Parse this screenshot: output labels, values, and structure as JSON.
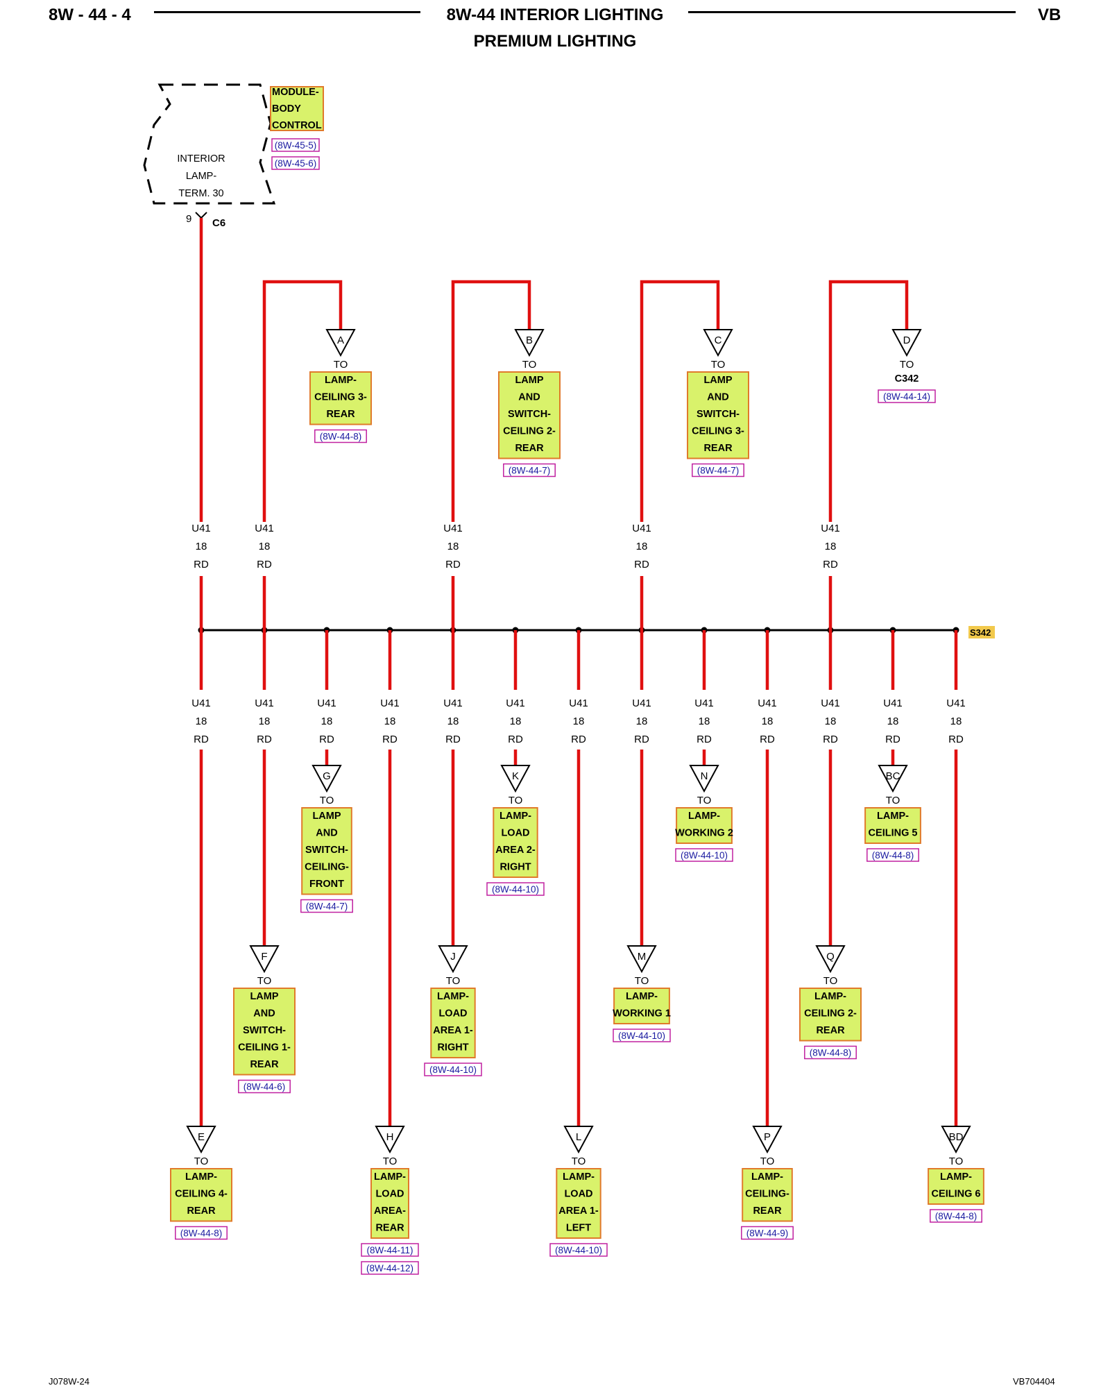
{
  "header": {
    "page_id": "8W - 44 - 4",
    "title": "8W-44 INTERIOR LIGHTING",
    "subtitle": "PREMIUM LIGHTING",
    "model": "VB"
  },
  "footer": {
    "left_code": "J078W-24",
    "right_code": "VB704404"
  },
  "colors": {
    "wire": "#e01010",
    "bus": "#000000",
    "box_fill": "#d9f26b",
    "box_border": "#e07a2a",
    "ref_border": "#c020a0",
    "ref_text": "#1a1aa0"
  },
  "module": {
    "name_lines": [
      "MODULE-",
      "BODY",
      "CONTROL"
    ],
    "refs": [
      "(8W-45-5)",
      "(8W-45-6)"
    ],
    "terminal_lines": [
      "INTERIOR",
      "LAMP-",
      "TERM. 30"
    ],
    "pin": "9",
    "connector": "C6"
  },
  "splice": {
    "name": "S342"
  },
  "wire_label": {
    "circuit": "U41",
    "gauge": "18",
    "color": "RD"
  },
  "to_text": "TO",
  "top_connections": [
    {
      "letter": "A",
      "lines": [
        "LAMP-",
        "CEILING 3-",
        "REAR"
      ],
      "refs": [
        "(8W-44-8)"
      ]
    },
    {
      "letter": "B",
      "lines": [
        "LAMP",
        "AND",
        "SWITCH-",
        "CEILING 2-",
        "REAR"
      ],
      "refs": [
        "(8W-44-7)"
      ]
    },
    {
      "letter": "C",
      "lines": [
        "LAMP",
        "AND",
        "SWITCH-",
        "CEILING 3-",
        "REAR"
      ],
      "refs": [
        "(8W-44-7)"
      ]
    },
    {
      "letter": "D",
      "lines": [
        "C342"
      ],
      "refs": [
        "(8W-44-14)"
      ],
      "plain": true
    }
  ],
  "bottom_connections": [
    {
      "letter": "E",
      "lines": [
        "LAMP-",
        "CEILING 4-",
        "REAR"
      ],
      "refs": [
        "(8W-44-8)"
      ]
    },
    {
      "letter": "F",
      "lines": [
        "LAMP",
        "AND",
        "SWITCH-",
        "CEILING 1-",
        "REAR"
      ],
      "refs": [
        "(8W-44-6)"
      ]
    },
    {
      "letter": "G",
      "lines": [
        "LAMP",
        "AND",
        "SWITCH-",
        "CEILING-",
        "FRONT"
      ],
      "refs": [
        "(8W-44-7)"
      ]
    },
    {
      "letter": "H",
      "lines": [
        "LAMP-",
        "LOAD",
        "AREA-",
        "REAR"
      ],
      "refs": [
        "(8W-44-11)",
        "(8W-44-12)"
      ]
    },
    {
      "letter": "J",
      "lines": [
        "LAMP-",
        "LOAD",
        "AREA 1-",
        "RIGHT"
      ],
      "refs": [
        "(8W-44-10)"
      ]
    },
    {
      "letter": "K",
      "lines": [
        "LAMP-",
        "LOAD",
        "AREA 2-",
        "RIGHT"
      ],
      "refs": [
        "(8W-44-10)"
      ]
    },
    {
      "letter": "L",
      "lines": [
        "LAMP-",
        "LOAD",
        "AREA 1-",
        "LEFT"
      ],
      "refs": [
        "(8W-44-10)"
      ]
    },
    {
      "letter": "M",
      "lines": [
        "LAMP-",
        "WORKING 1"
      ],
      "refs": [
        "(8W-44-10)"
      ]
    },
    {
      "letter": "N",
      "lines": [
        "LAMP-",
        "WORKING 2"
      ],
      "refs": [
        "(8W-44-10)"
      ]
    },
    {
      "letter": "P",
      "lines": [
        "LAMP-",
        "CEILING-",
        "REAR"
      ],
      "refs": [
        "(8W-44-9)"
      ]
    },
    {
      "letter": "Q",
      "lines": [
        "LAMP-",
        "CEILING 2-",
        "REAR"
      ],
      "refs": [
        "(8W-44-8)"
      ]
    },
    {
      "letter": "BC",
      "lines": [
        "LAMP-",
        "CEILING 5"
      ],
      "refs": [
        "(8W-44-8)"
      ]
    },
    {
      "letter": "BD",
      "lines": [
        "LAMP-",
        "CEILING 6"
      ],
      "refs": [
        "(8W-44-8)"
      ]
    }
  ]
}
